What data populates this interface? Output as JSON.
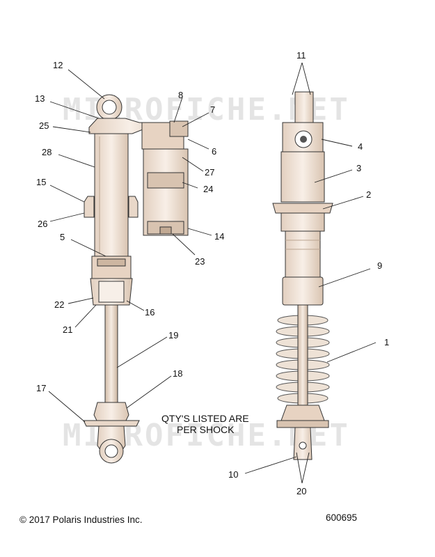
{
  "watermark": "MICROFICHE.NET",
  "callouts": {
    "c1": "1",
    "c2": "2",
    "c3": "3",
    "c4": "4",
    "c5": "5",
    "c6": "6",
    "c7": "7",
    "c8": "8",
    "c9": "9",
    "c10": "10",
    "c11": "11",
    "c12": "12",
    "c13": "13",
    "c14": "14",
    "c15": "15",
    "c16": "16",
    "c17": "17",
    "c18": "18",
    "c19": "19",
    "c20": "20",
    "c21": "21",
    "c22": "22",
    "c23": "23",
    "c24": "24",
    "c25": "25",
    "c26": "26",
    "c27": "27",
    "c28": "28"
  },
  "note": {
    "line1": "QTY'S LISTED ARE",
    "line2": "PER SHOCK"
  },
  "footer": {
    "copyright": "© 2017 Polaris Industries Inc.",
    "diagram_number": "600695"
  },
  "colors": {
    "part_fill": "#f3e7dc",
    "part_shade": "#dcc8b6",
    "line": "#222222"
  }
}
